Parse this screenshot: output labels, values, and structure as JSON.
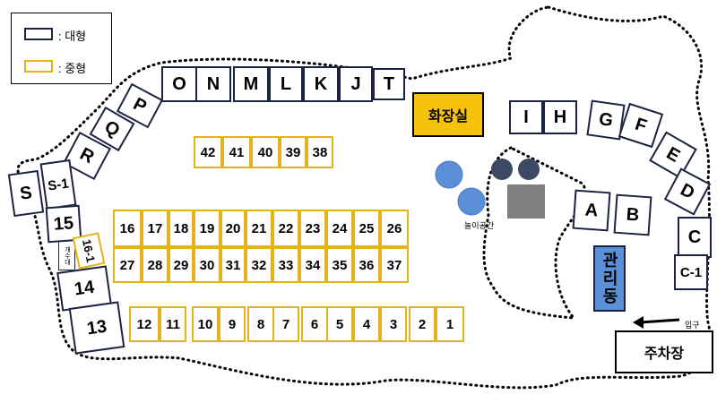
{
  "legend": {
    "large_label": ": 대형",
    "medium_label": ": 중형",
    "large_color": "#1c2340",
    "medium_color": "#e4b31c"
  },
  "facilities": {
    "toilet": "화장실",
    "office": "관리동",
    "parking": "주차장",
    "entrance": "입구",
    "playground": "놀이공간",
    "small_site": "개수대",
    "toilet_color": "#f6c20b",
    "office_color": "#5b8fd8"
  },
  "large_sites": [
    "O",
    "N",
    "M",
    "L",
    "K",
    "J",
    "T",
    "P",
    "Q",
    "R",
    "S",
    "S-1",
    "15",
    "14",
    "13",
    "I",
    "H",
    "G",
    "F",
    "E",
    "D",
    "A",
    "B",
    "C",
    "C-1"
  ],
  "medium_sites": [
    "42",
    "41",
    "40",
    "39",
    "38",
    "16",
    "17",
    "18",
    "19",
    "20",
    "21",
    "22",
    "23",
    "24",
    "25",
    "26",
    "27",
    "28",
    "29",
    "30",
    "31",
    "32",
    "33",
    "34",
    "35",
    "36",
    "37",
    "12",
    "11",
    "10",
    "9",
    "8",
    "7",
    "6",
    "5",
    "4",
    "3",
    "2",
    "1",
    "16-1"
  ]
}
